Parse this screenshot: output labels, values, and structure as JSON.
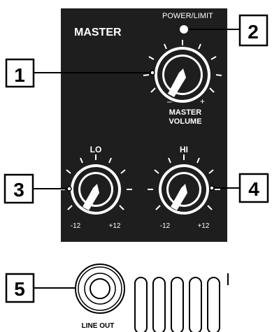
{
  "panel": {
    "title": "MASTER",
    "power_label": "POWER/LIMIT",
    "master_label_line1": "MASTER",
    "master_label_line2": "VOLUME",
    "master_minus": "–",
    "master_plus": "+",
    "lo_label": "LO",
    "hi_label": "HI",
    "lo_min": "-12",
    "lo_max": "+12",
    "hi_min": "-12",
    "hi_max": "+12",
    "line_out_label": "LINE OUT"
  },
  "callouts": [
    {
      "num": "1",
      "target": "master-volume-knob"
    },
    {
      "num": "2",
      "target": "power-limit-led"
    },
    {
      "num": "3",
      "target": "lo-eq-knob"
    },
    {
      "num": "4",
      "target": "hi-eq-knob"
    },
    {
      "num": "5",
      "target": "line-out-jack"
    }
  ],
  "colors": {
    "panel": "#1e1e1e",
    "ink": "#000000",
    "paper": "#ffffff"
  }
}
